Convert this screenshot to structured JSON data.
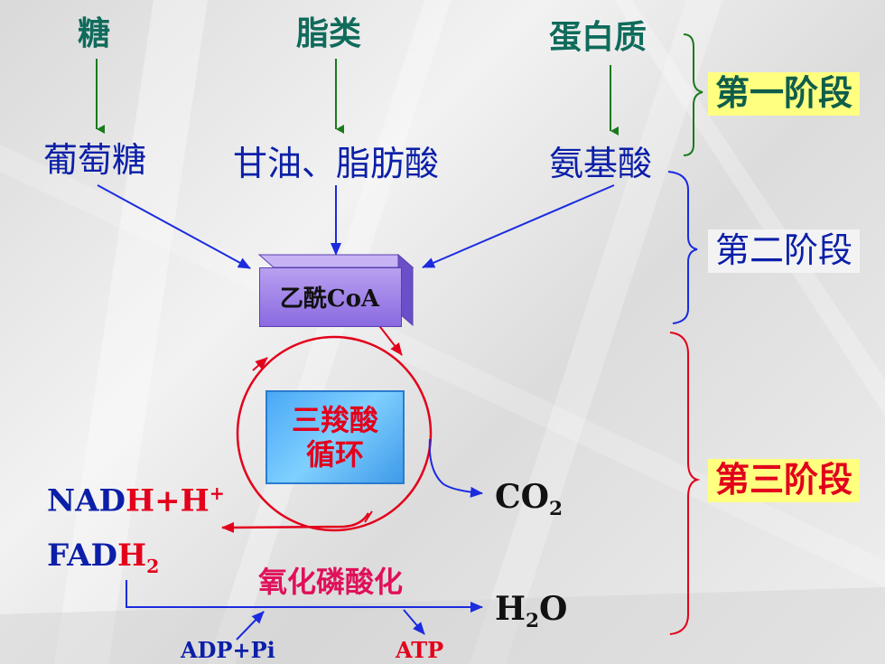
{
  "sources": {
    "sugar": "糖",
    "lipid": "脂类",
    "protein": "蛋白质"
  },
  "intermediates": {
    "glucose": "葡萄糖",
    "glycerol_fatty_acid": "甘油、脂肪酸",
    "amino_acid": "氨基酸"
  },
  "stages": {
    "first": "第一阶段",
    "second": "第二阶段",
    "third": "第三阶段"
  },
  "acetyl_coa": "乙酰CoA",
  "tca": {
    "line1": "三羧酸",
    "line2": "循环"
  },
  "nadh": {
    "blue": "NAD",
    "red": "H+H",
    "sup": "+"
  },
  "fadh": {
    "blue": "FAD",
    "red": "H",
    "sub": "2"
  },
  "co2": {
    "main": "CO",
    "sub": "2"
  },
  "h2o": {
    "h": "H",
    "sub": "2",
    "o": "O"
  },
  "oxphos": "氧化磷酸化",
  "adp_pi": "ADP+Pi",
  "atp": "ATP",
  "colors": {
    "source_green": "#0f6b5b",
    "blue": "#0b1fa8",
    "red": "#e3001b",
    "highlight_yellow": "#ffff80",
    "block_purple": "#8a6ae0",
    "tca_blue": "#4aa8f5"
  }
}
